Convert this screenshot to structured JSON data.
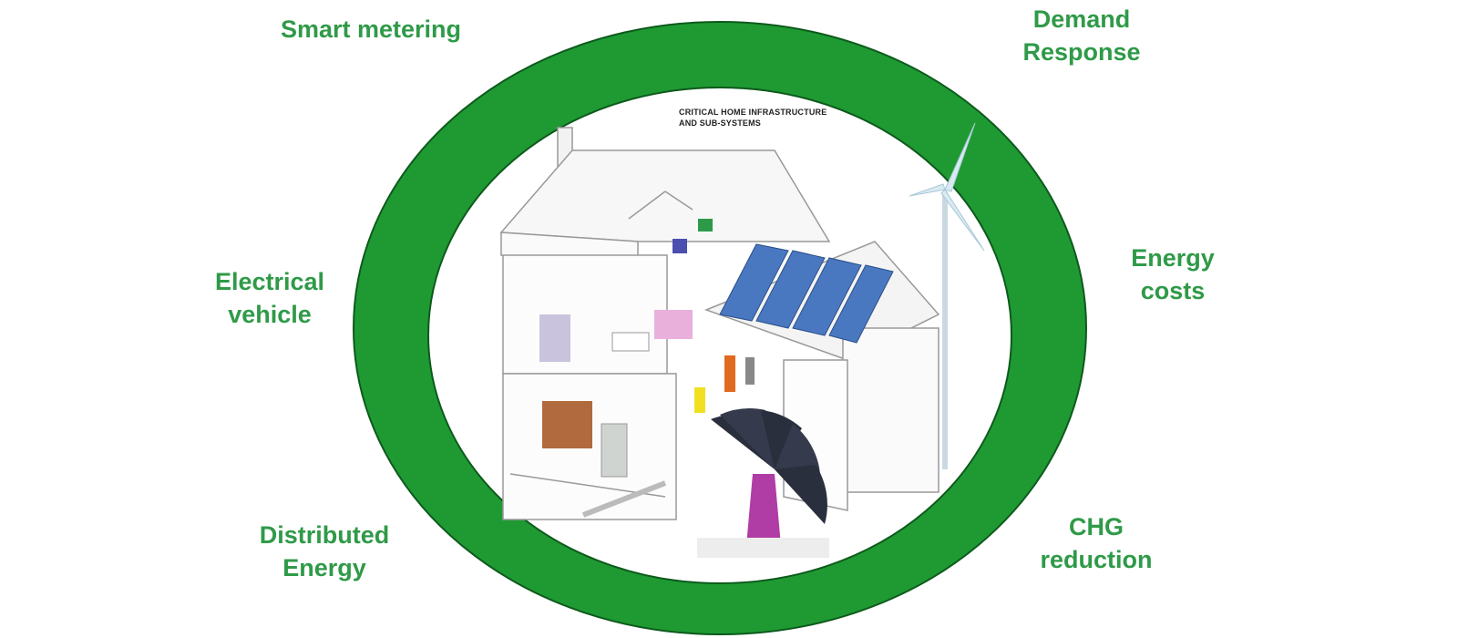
{
  "labels": {
    "smart_metering": "Smart metering",
    "demand_response": [
      "Demand",
      "Response"
    ],
    "electrical_vehicle": [
      "Electrical",
      "vehicle"
    ],
    "energy_costs": [
      "Energy",
      "costs"
    ],
    "distributed_energy": [
      "Distributed",
      "Energy"
    ],
    "chg_reduction": [
      "CHG",
      "reduction"
    ]
  },
  "house_caption": [
    "CRITICAL HOME INFRASTRUCTURE",
    "AND SUB-SYSTEMS"
  ],
  "colors": {
    "ring": "#1f9a33",
    "ring_edge": "#0d5a1c",
    "label": "#2f9a48",
    "solar_panel": "#4a78c0"
  }
}
